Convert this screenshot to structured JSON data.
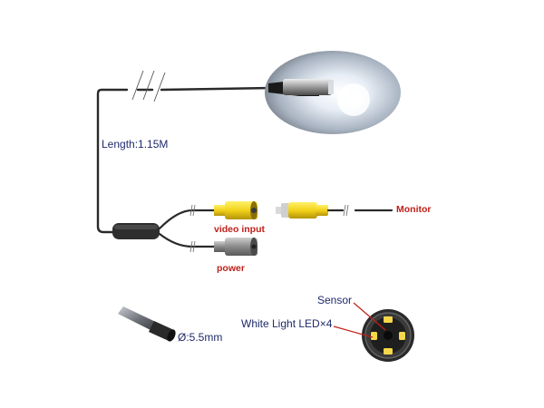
{
  "labels": {
    "length": "Length:1.15M",
    "video_input": "video input",
    "power": "power",
    "monitor": "Monitor",
    "diameter": "Ø:5.5mm",
    "sensor": "Sensor",
    "led": "White Light LED×4"
  },
  "colors": {
    "label_text": "#1f2a6b",
    "callout_text": "#c0201a",
    "cable": "#2a2a2a",
    "video_connector": "#f2d21a",
    "power_connector": "#8a8a8a"
  }
}
